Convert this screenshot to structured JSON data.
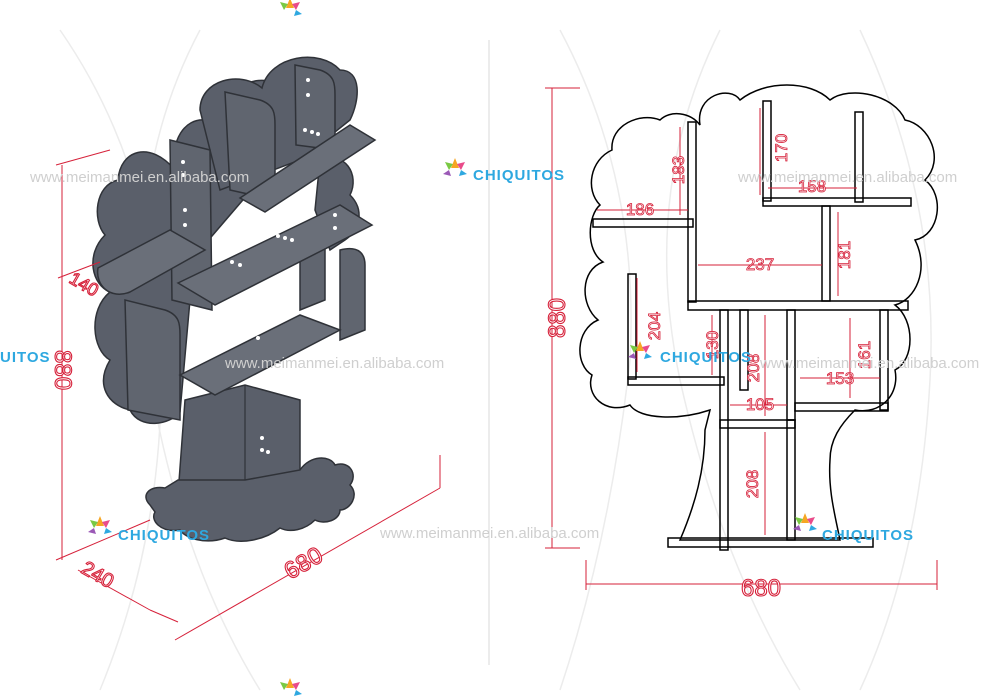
{
  "colors": {
    "furniture": "#5a5f6a",
    "dimension": "#d6213a",
    "outline": "#000000",
    "brand": "#2ea8e0"
  },
  "watermark": {
    "url": "www.meimanmei.en.alibaba.com",
    "brand": "CHIQUITOS",
    "brand_partial": "UITOS"
  },
  "left_view": {
    "height": "880",
    "width": "680",
    "depth": "240",
    "shelf_depth": "140"
  },
  "right_view": {
    "height": "880",
    "width": "680",
    "d186": "186",
    "d183": "183",
    "d170": "170",
    "d158": "158",
    "d237": "237",
    "d181": "181",
    "d204": "204",
    "d130": "130",
    "d208a": "208",
    "d161": "161",
    "d153": "153",
    "d105": "105",
    "d208b": "208"
  }
}
